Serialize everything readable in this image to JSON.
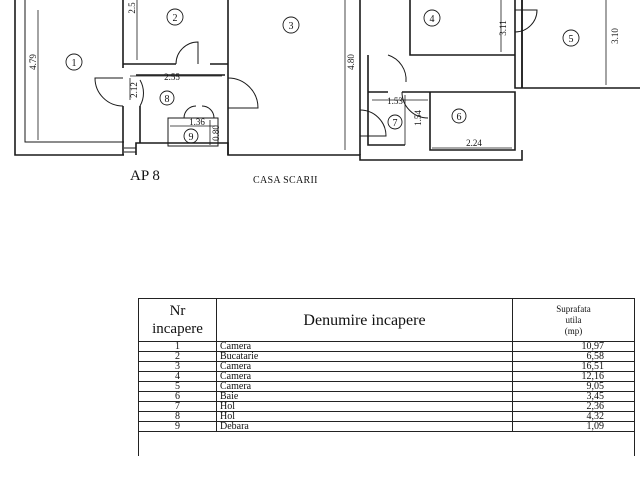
{
  "plan": {
    "apartment_label": "AP 8",
    "stair_label": "CASA SCARII",
    "room_numbers": [
      "1",
      "2",
      "3",
      "4",
      "5",
      "6",
      "7",
      "8",
      "9"
    ],
    "dimensions": {
      "room1_height": "4.79",
      "room2_height": "2.5",
      "hall_width": "2.55",
      "hall_height": "2.12",
      "room3_height": "4.80",
      "room4_height": "3.11",
      "room5_height": "3.10",
      "hol7_width": "1.53",
      "hol7_height": "1.54",
      "bath_width": "2.24",
      "closet_width": "1.36",
      "closet_height": "0.80"
    }
  },
  "table": {
    "header": {
      "nr_line1": "Nr",
      "nr_line2": "incapere",
      "name": "Denumire incapere",
      "area_line1": "Suprafata",
      "area_line2": "utila",
      "area_line3": "(mp)"
    },
    "rows": [
      {
        "nr": "1",
        "name": "Camera",
        "area": "10,97"
      },
      {
        "nr": "2",
        "name": "Bucatarie",
        "area": "6,58"
      },
      {
        "nr": "3",
        "name": "Camera",
        "area": "16,51"
      },
      {
        "nr": "4",
        "name": "Camera",
        "area": "12,16"
      },
      {
        "nr": "5",
        "name": "Camera",
        "area": "9,05"
      },
      {
        "nr": "6",
        "name": "Baie",
        "area": "3,45"
      },
      {
        "nr": "7",
        "name": "Hol",
        "area": "2,36"
      },
      {
        "nr": "8",
        "name": "Hol",
        "area": "4,32"
      },
      {
        "nr": "9",
        "name": "Debara",
        "area": "1,09"
      }
    ]
  }
}
